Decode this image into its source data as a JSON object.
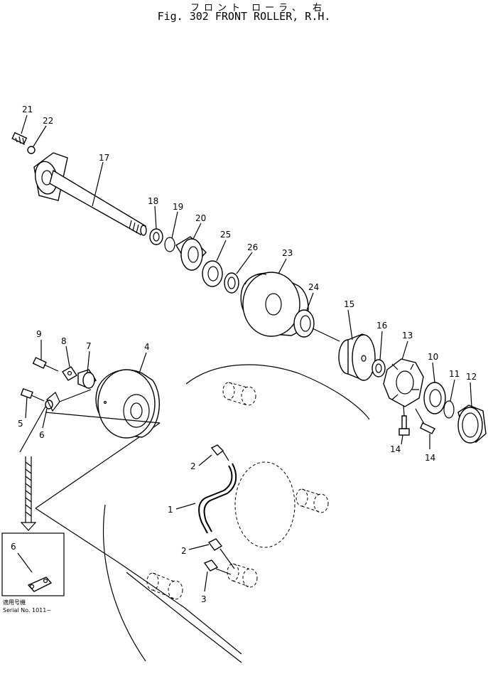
{
  "header": {
    "title_jp": "フロント ローラ、 右",
    "title_en": "Fig. 302 FRONT ROLLER, R.H."
  },
  "callouts": [
    {
      "id": "c21",
      "text": "21"
    },
    {
      "id": "c22",
      "text": "22"
    },
    {
      "id": "c17",
      "text": "17"
    },
    {
      "id": "c18",
      "text": "18"
    },
    {
      "id": "c19",
      "text": "19"
    },
    {
      "id": "c20",
      "text": "20"
    },
    {
      "id": "c25",
      "text": "25"
    },
    {
      "id": "c26",
      "text": "26"
    },
    {
      "id": "c23",
      "text": "23"
    },
    {
      "id": "c24",
      "text": "24"
    },
    {
      "id": "c15",
      "text": "15"
    },
    {
      "id": "c16",
      "text": "16"
    },
    {
      "id": "c13",
      "text": "13"
    },
    {
      "id": "c10",
      "text": "10"
    },
    {
      "id": "c11",
      "text": "11"
    },
    {
      "id": "c12",
      "text": "12"
    },
    {
      "id": "c14a",
      "text": "14"
    },
    {
      "id": "c14b",
      "text": "14"
    },
    {
      "id": "c9",
      "text": "9"
    },
    {
      "id": "c8",
      "text": "8"
    },
    {
      "id": "c7",
      "text": "7"
    },
    {
      "id": "c4",
      "text": "4"
    },
    {
      "id": "c5",
      "text": "5"
    },
    {
      "id": "c6",
      "text": "6"
    },
    {
      "id": "c2a",
      "text": "2"
    },
    {
      "id": "c1",
      "text": "1"
    },
    {
      "id": "c2b",
      "text": "2"
    },
    {
      "id": "c3",
      "text": "3"
    }
  ],
  "inset": {
    "callout": "6",
    "note_jp": "適用号機",
    "serial": "Serial No. 1011~"
  }
}
